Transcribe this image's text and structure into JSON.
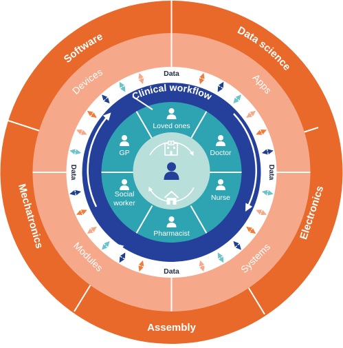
{
  "outer_ring": {
    "software": "Software",
    "data_science": "Data science",
    "electronics": "Electronics",
    "assembly": "Assembly",
    "mechatronics": "Mechatronics"
  },
  "middle_ring": {
    "devices": "Devices",
    "apps": "Apps",
    "systems": "Systems",
    "modules": "Modules"
  },
  "data_ring": {
    "top": "Data",
    "right": "Data",
    "bottom": "Data",
    "left": "Data"
  },
  "title": "Clinical workflow",
  "roles": {
    "loved_ones": "Loved ones",
    "doctor": "Doctor",
    "nurse": "Nurse",
    "pharmacist": "Pharmacist",
    "social_worker_line1": "Social",
    "social_worker_line2": "worker",
    "gp": "GP"
  },
  "colors": {
    "outer": "#e8692a",
    "middle": "#f5a98a",
    "navy": "#24409a",
    "teal": "#2ea3b2",
    "center": "#b9dfdb",
    "arrow_orange": "#ef7d3c",
    "arrow_blue": "#1f3f8f",
    "arrow_teal": "#6cc3c9",
    "arrow_salmon": "#f5a98a"
  },
  "icons": [
    "person-icon",
    "hospital-icon",
    "home-icon",
    "cycle-arrows-icon",
    "bidirectional-arrow-icon"
  ]
}
